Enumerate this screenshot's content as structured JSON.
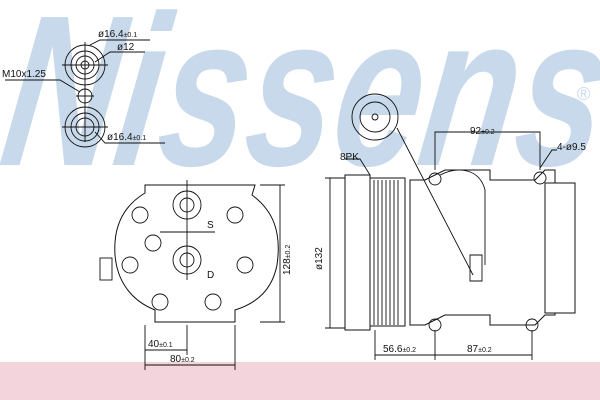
{
  "watermark": {
    "text": "Nissens",
    "registered": "®",
    "color": "#c7d9ea"
  },
  "band_color": "#f3d3dc",
  "labels": {
    "port_outer_dia_top": "ø16.4",
    "port_outer_dia_top_tol": "±0.1",
    "port_inner_dia": "ø12",
    "thread": "M10x1.25",
    "port_outer_dia_bottom": "ø16.4",
    "port_outer_dia_bottom_tol": "±0.1",
    "front_height": "128",
    "front_height_tol": "±0.2",
    "offset_40": "40",
    "offset_40_tol": "±0.1",
    "width_80": "80",
    "width_80_tol": "±0.2",
    "port_s": "S",
    "port_d": "D",
    "pulley_type": "8PK",
    "pulley_dia": "ø132",
    "mount_spacing_top": "92",
    "mount_spacing_top_tol": "±0.2",
    "mount_holes": "4-ø9.5",
    "pulley_offset": "56.6",
    "pulley_offset_tol": "±0.2",
    "mount_spacing_bottom": "87",
    "mount_spacing_bottom_tol": "±0.2"
  }
}
